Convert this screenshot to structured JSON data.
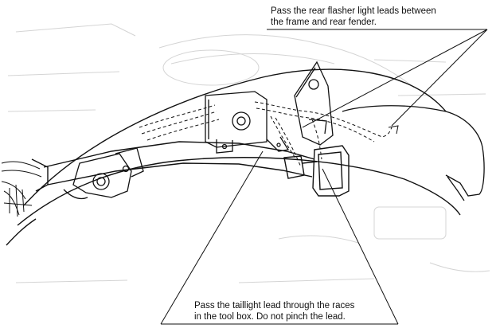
{
  "callouts": {
    "top": {
      "line1": "Pass the rear flasher light leads between",
      "line2": "the frame and rear fender."
    },
    "bottom": {
      "line1": "Pass the taillight lead through the races",
      "line2": "in the tool box. Do not pinch the lead."
    }
  },
  "colors": {
    "ink": "#111111",
    "ghost": "#d2d2d2",
    "paper": "#ffffff"
  }
}
